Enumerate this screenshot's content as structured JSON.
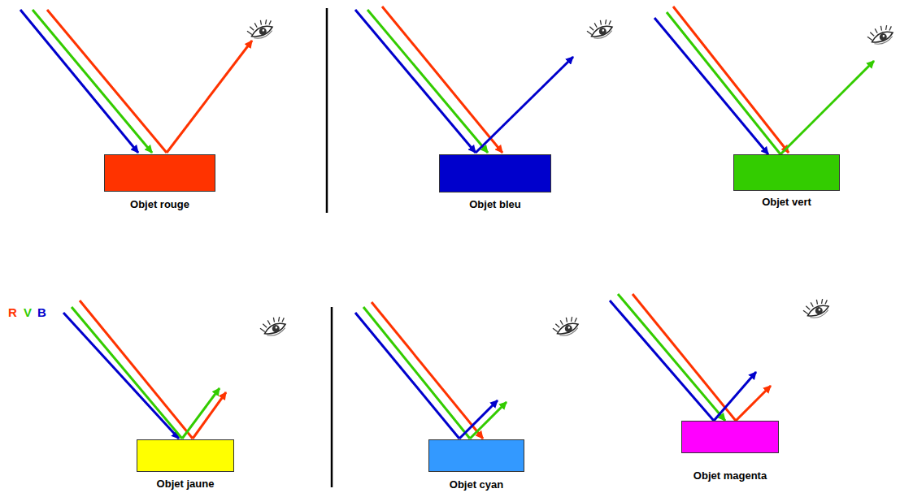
{
  "diagram": {
    "nodes": [
      {
        "text": [
          "Objet rouge"
        ]
      },
      {
        "text": [
          "Objet bleu"
        ]
      },
      {
        "text": [
          "Objet vert"
        ]
      },
      {
        "text": [
          "Objet jaune"
        ]
      },
      {
        "text": [
          "Objet cyan"
        ]
      },
      {
        "text": [
          "Objet magenta"
        ]
      }
    ],
    "edges": [],
    "labels": [
      "R",
      "V",
      "B"
    ]
  }
}
